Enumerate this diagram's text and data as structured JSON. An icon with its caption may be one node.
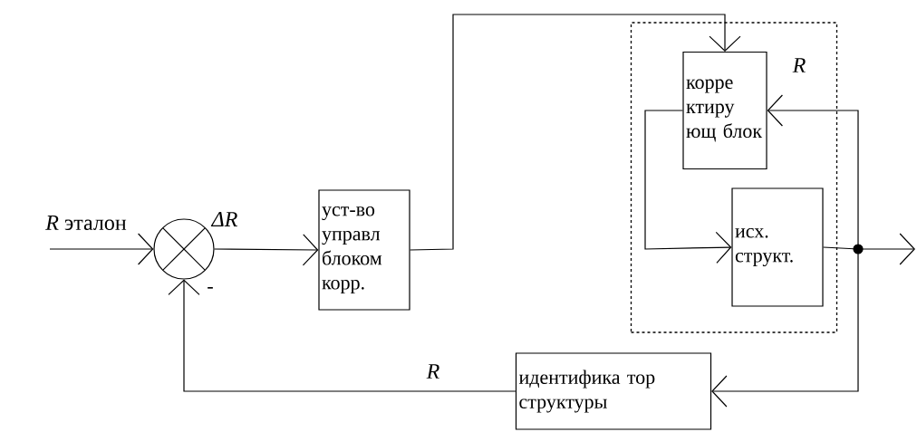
{
  "diagram": {
    "nodes": [
      {
        "text": [],
        "shape": "circle"
      },
      {
        "text": [
          "уст-во управл блоком корр."
        ]
      },
      {
        "text": [],
        "shape": "box"
      },
      {
        "text": [
          "корре ктиру ющ блок"
        ],
        "in": 2
      },
      {
        "text": [
          "исх. структ."
        ],
        "in": 2
      },
      {
        "text": [],
        "shape": "circle"
      },
      {
        "text": [
          "идентифика тор структуры"
        ]
      }
    ],
    "edges": [
      {
        "from": null,
        "to": 0,
        "arrow": "to",
        "label": "*R* эталон"
      },
      {
        "from": 0,
        "to": 1,
        "arrow": "to",
        "label": "ΔR"
      },
      {
        "from": 1,
        "to": 3,
        "arrow": "to"
      },
      {
        "from": 3,
        "to": 4,
        "arrow": "to"
      },
      {
        "from": 4,
        "to": 5,
        "arrow": "none"
      },
      {
        "from": 5,
        "to": null,
        "arrow": "to"
      },
      {
        "from": 5,
        "to": 3,
        "arrow": "to",
        "label": "R"
      },
      {
        "from": 5,
        "to": 6,
        "arrow": "to"
      },
      {
        "from": 6,
        "to": 0,
        "arrow": "to",
        "label": "R"
      }
    ],
    "labels": [
      "-"
    ]
  }
}
